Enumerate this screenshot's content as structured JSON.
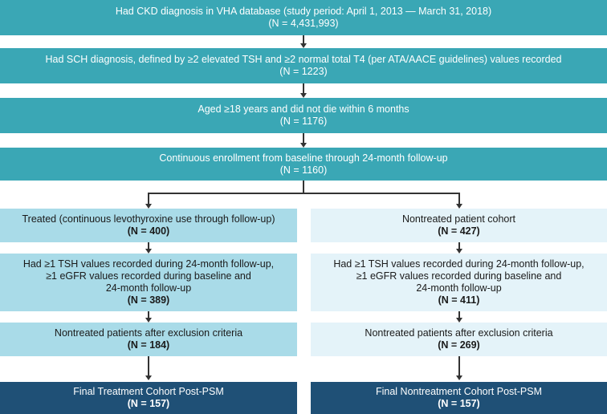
{
  "flow": {
    "step1": {
      "line1": "Had CKD diagnosis in VHA database (study period: April 1, 2013 — March 31, 2018)",
      "line2": "(N = 4,431,993)"
    },
    "step2": {
      "line1": "Had SCH diagnosis, defined by ≥2 elevated TSH and ≥2 normal total T4 (per ATA/AACE guidelines) values recorded",
      "line2": "(N = 1223)"
    },
    "step3": {
      "line1": "Aged ≥18 years and did not die within 6 months",
      "line2": "(N = 1176)"
    },
    "step4": {
      "line1": "Continuous enrollment from baseline through 24-month follow-up",
      "line2": "(N = 1160)"
    }
  },
  "treated": {
    "cohort": {
      "line1": "Treated (continuous levothyroxine use through follow-up)",
      "n": "(N = 400)"
    },
    "tsh": {
      "line1": "Had ≥1 TSH values recorded during 24-month follow-up,",
      "line2": "≥1 eGFR values recorded during baseline and",
      "line3": "24-month follow-up",
      "n": "(N = 389)"
    },
    "exclusion": {
      "line1": "Nontreated patients after exclusion criteria",
      "n": "(N = 184)"
    },
    "final": {
      "line1": "Final Treatment Cohort Post-PSM",
      "n": "(N = 157)"
    }
  },
  "nontreated": {
    "cohort": {
      "line1": "Nontreated patient cohort",
      "n": "(N = 427)"
    },
    "tsh": {
      "line1": "Had ≥1 TSH values recorded during 24-month follow-up,",
      "line2": "≥1 eGFR values recorded during baseline and",
      "line3": "24-month follow-up",
      "n": "(N = 411)"
    },
    "exclusion": {
      "line1": "Nontreated patients after exclusion criteria",
      "n": "(N = 269)"
    },
    "final": {
      "line1": "Final Nontreatment Cohort Post-PSM",
      "n": "(N = 157)"
    }
  }
}
